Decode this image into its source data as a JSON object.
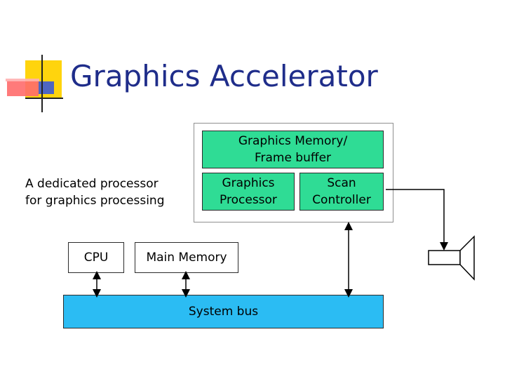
{
  "title": "Graphics Accelerator",
  "diagram": {
    "caption": "A dedicated processor\nfor graphics processing",
    "graphics_memory": "Graphics Memory/\nFrame buffer",
    "graphics_processor": "Graphics\nProcessor",
    "scan_controller": "Scan\nController",
    "cpu": "CPU",
    "main_memory": "Main Memory",
    "system_bus": "System bus"
  },
  "colors": {
    "title": "#1f2d8a",
    "green_box": "#2fdc95",
    "bus": "#2bbcf3",
    "logo_yellow": "#ffd200",
    "logo_blue": "#2a49c7",
    "logo_red": "#ff5a5a"
  }
}
